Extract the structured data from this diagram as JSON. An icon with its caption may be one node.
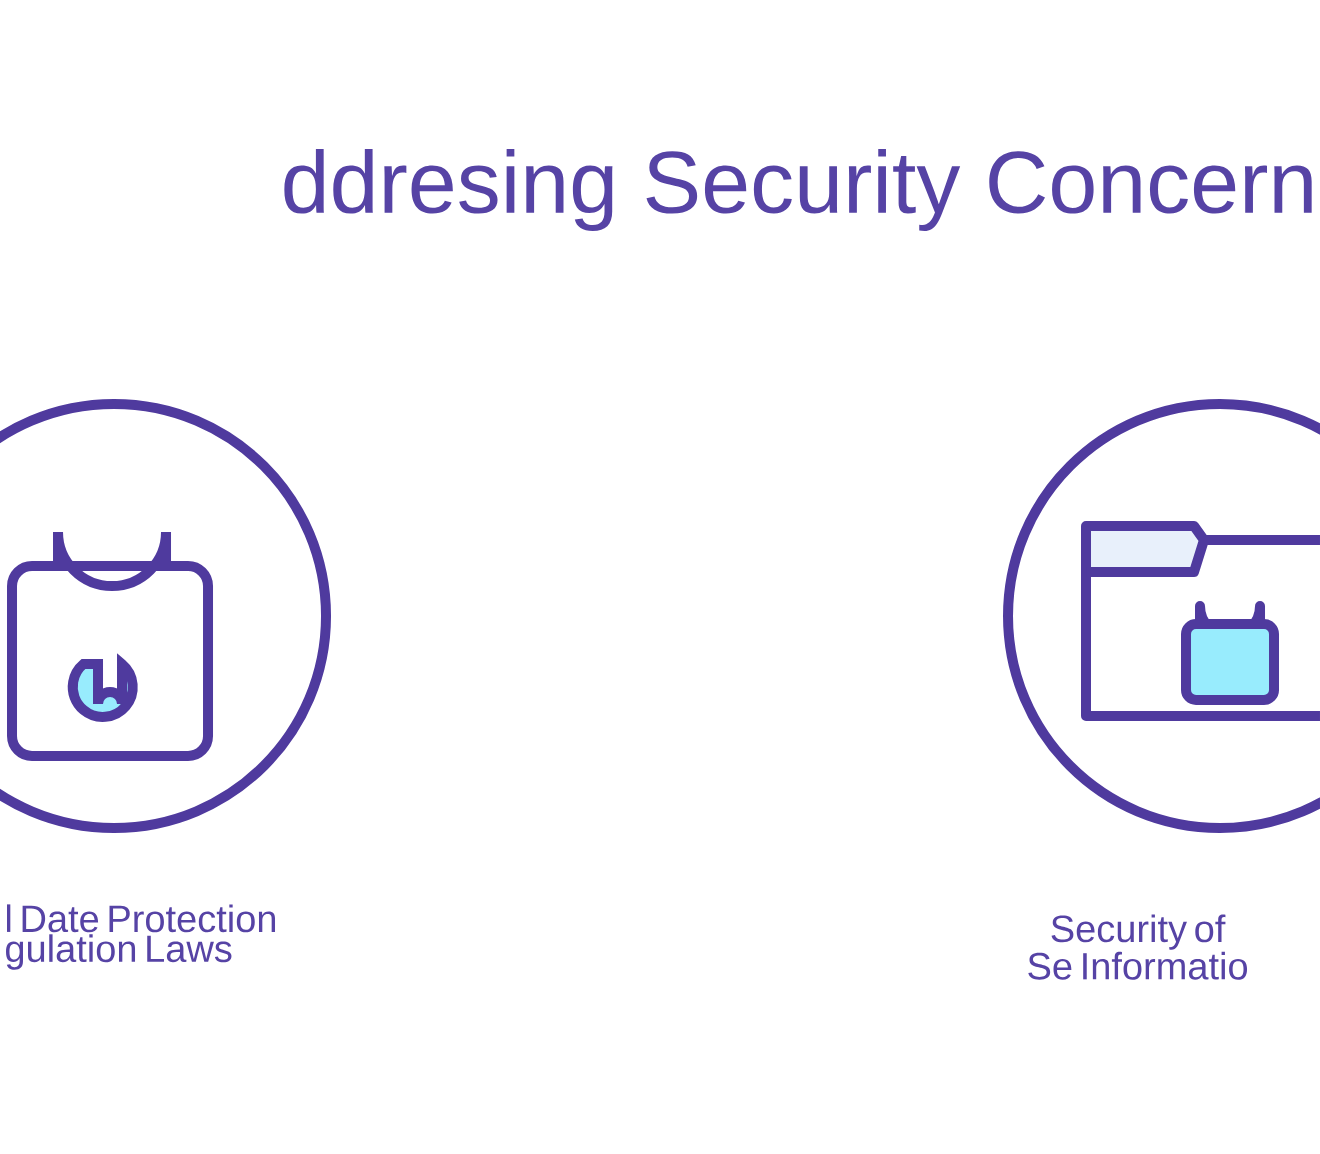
{
  "diagram": {
    "title": "ddresing Security Concern",
    "labels": [
      "l Date Protection gulation Laws",
      "Security of Se Informatio"
    ]
  }
}
